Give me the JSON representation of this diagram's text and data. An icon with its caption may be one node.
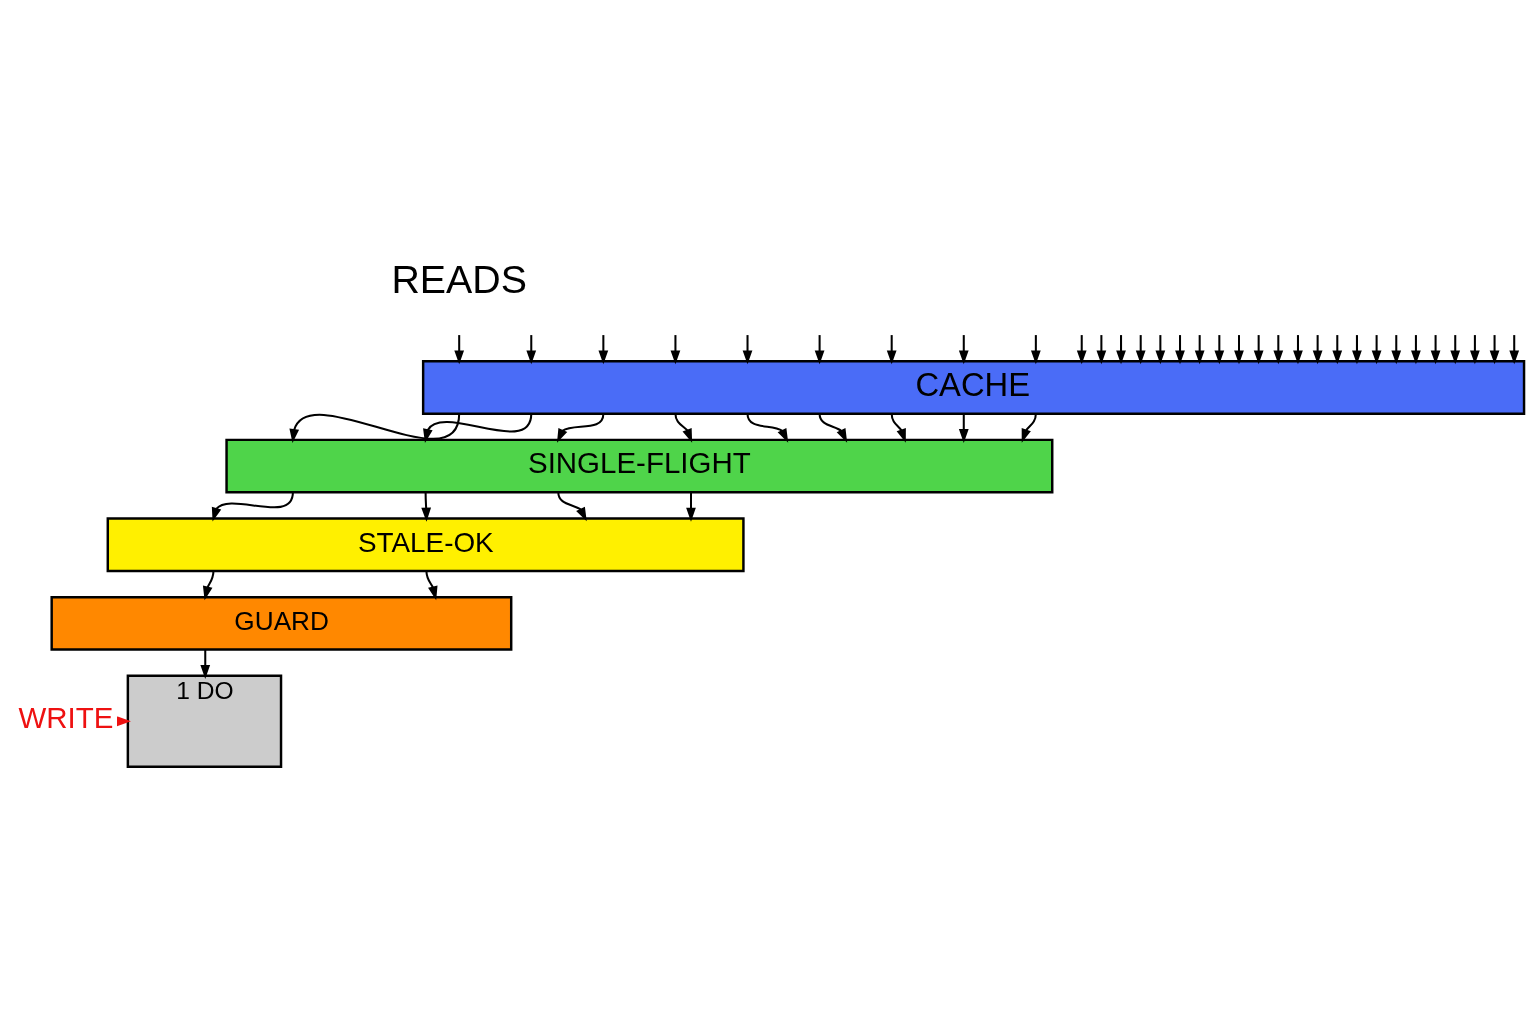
{
  "diagram": {
    "nodes": [
      {
        "text": [
          "CACHE"
        ]
      },
      {
        "text": [
          "SINGLE-FLIGHT"
        ]
      },
      {
        "text": [
          "STALE-OK"
        ]
      },
      {
        "text": [
          "GUARD"
        ]
      },
      {
        "text": [
          "1 DO"
        ]
      },
      {
        "text": [
          "WRITE"
        ]
      }
    ],
    "edges": [
      {
        "from": null,
        "to": 0,
        "arrow": "to"
      },
      {
        "from": null,
        "to": 0,
        "arrow": "to"
      },
      {
        "from": null,
        "to": 0,
        "arrow": "to"
      },
      {
        "from": null,
        "to": 0,
        "arrow": "to"
      },
      {
        "from": null,
        "to": 0,
        "arrow": "to"
      },
      {
        "from": null,
        "to": 0,
        "arrow": "to"
      },
      {
        "from": null,
        "to": 0,
        "arrow": "to"
      },
      {
        "from": null,
        "to": 0,
        "arrow": "to"
      },
      {
        "from": null,
        "to": 0,
        "arrow": "to"
      },
      {
        "from": null,
        "to": 0,
        "arrow": "to"
      },
      {
        "from": null,
        "to": 0,
        "arrow": "to"
      },
      {
        "from": null,
        "to": 0,
        "arrow": "to"
      },
      {
        "from": null,
        "to": 0,
        "arrow": "to"
      },
      {
        "from": null,
        "to": 0,
        "arrow": "to"
      },
      {
        "from": null,
        "to": 0,
        "arrow": "to"
      },
      {
        "from": null,
        "to": 0,
        "arrow": "to"
      },
      {
        "from": null,
        "to": 0,
        "arrow": "to"
      },
      {
        "from": null,
        "to": 0,
        "arrow": "to"
      },
      {
        "from": null,
        "to": 0,
        "arrow": "to"
      },
      {
        "from": null,
        "to": 0,
        "arrow": "to"
      },
      {
        "from": null,
        "to": 0,
        "arrow": "to"
      },
      {
        "from": null,
        "to": 0,
        "arrow": "to"
      },
      {
        "from": null,
        "to": 0,
        "arrow": "to"
      },
      {
        "from": null,
        "to": 0,
        "arrow": "to"
      },
      {
        "from": null,
        "to": 0,
        "arrow": "to"
      },
      {
        "from": null,
        "to": 0,
        "arrow": "to"
      },
      {
        "from": null,
        "to": 0,
        "arrow": "to"
      },
      {
        "from": null,
        "to": 0,
        "arrow": "to"
      },
      {
        "from": null,
        "to": 0,
        "arrow": "to"
      },
      {
        "from": null,
        "to": 0,
        "arrow": "to"
      },
      {
        "from": null,
        "to": 0,
        "arrow": "to"
      },
      {
        "from": null,
        "to": 0,
        "arrow": "to"
      },
      {
        "from": 0,
        "to": 1,
        "arrow": "to"
      },
      {
        "from": 0,
        "to": 1,
        "arrow": "to"
      },
      {
        "from": 0,
        "to": 1,
        "arrow": "to"
      },
      {
        "from": 0,
        "to": 1,
        "arrow": "to"
      },
      {
        "from": 0,
        "to": 1,
        "arrow": "to"
      },
      {
        "from": 0,
        "to": 1,
        "arrow": "to"
      },
      {
        "from": 0,
        "to": 1,
        "arrow": "to"
      },
      {
        "from": 0,
        "to": 1,
        "arrow": "to"
      },
      {
        "from": 0,
        "to": 1,
        "arrow": "to"
      },
      {
        "from": 1,
        "to": 2,
        "arrow": "to"
      },
      {
        "from": 1,
        "to": 2,
        "arrow": "to"
      },
      {
        "from": 1,
        "to": 2,
        "arrow": "to"
      },
      {
        "from": 1,
        "to": 2,
        "arrow": "to"
      },
      {
        "from": 2,
        "to": 3,
        "arrow": "to"
      },
      {
        "from": 2,
        "to": 3,
        "arrow": "to"
      },
      {
        "from": 3,
        "to": 4,
        "arrow": "to"
      },
      {
        "from": 5,
        "to": 4,
        "arrow": "to",
        "color": "#ee1111"
      }
    ],
    "labels": [
      "READS"
    ]
  }
}
